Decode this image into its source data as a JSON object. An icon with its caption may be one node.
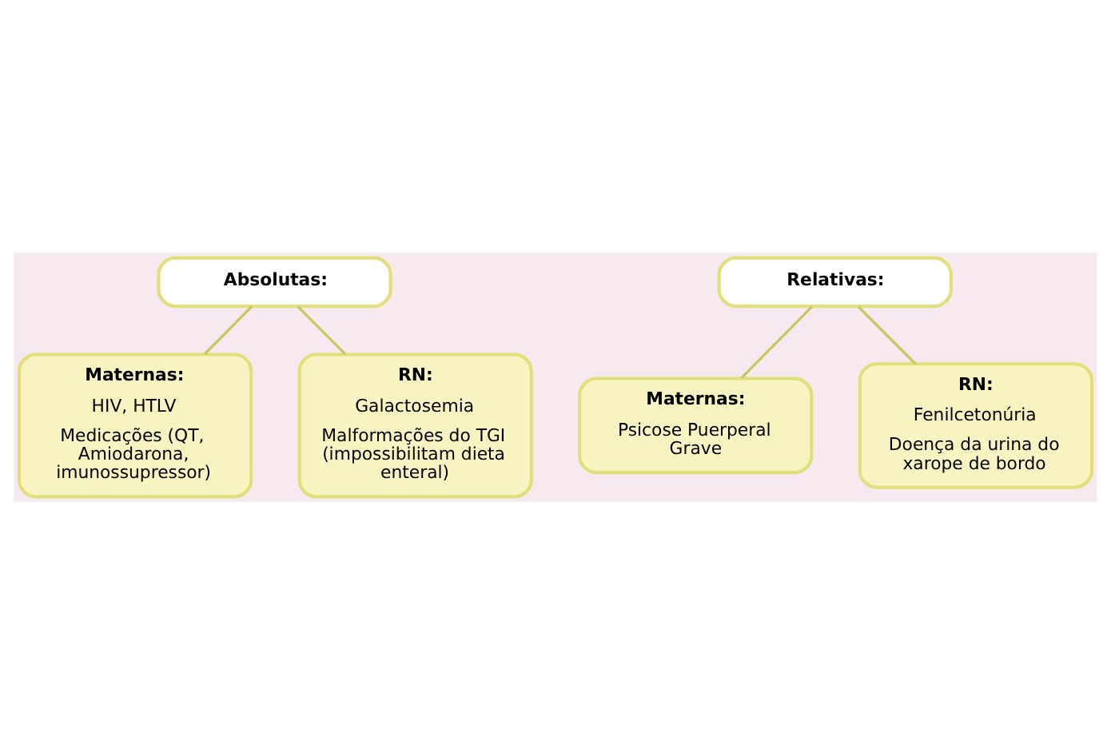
{
  "diagram": {
    "nodes": [
      {
        "text": [
          "Absolutas:"
        ]
      },
      {
        "text": [
          "Maternas:",
          "HIV, HTLV",
          "Medicações (QT, Amiodarona, imunossupressor)"
        ]
      },
      {
        "text": [
          "RN:",
          "Galactosemia",
          "Malformações do TGI (impossibilitam dieta enteral)"
        ]
      },
      {
        "text": [
          "Relativas:"
        ]
      },
      {
        "text": [
          "Maternas:",
          "Psicose Puerperal Grave"
        ]
      },
      {
        "text": [
          "RN:",
          "Fenilcetonúria",
          "Doença da urina do xarope de bordo"
        ]
      }
    ],
    "edges": [
      {
        "from": 0,
        "to": 1,
        "arrow": "none"
      },
      {
        "from": 0,
        "to": 2,
        "arrow": "none"
      },
      {
        "from": 3,
        "to": 4,
        "arrow": "none"
      },
      {
        "from": 3,
        "to": 5,
        "arrow": "none"
      }
    ]
  }
}
